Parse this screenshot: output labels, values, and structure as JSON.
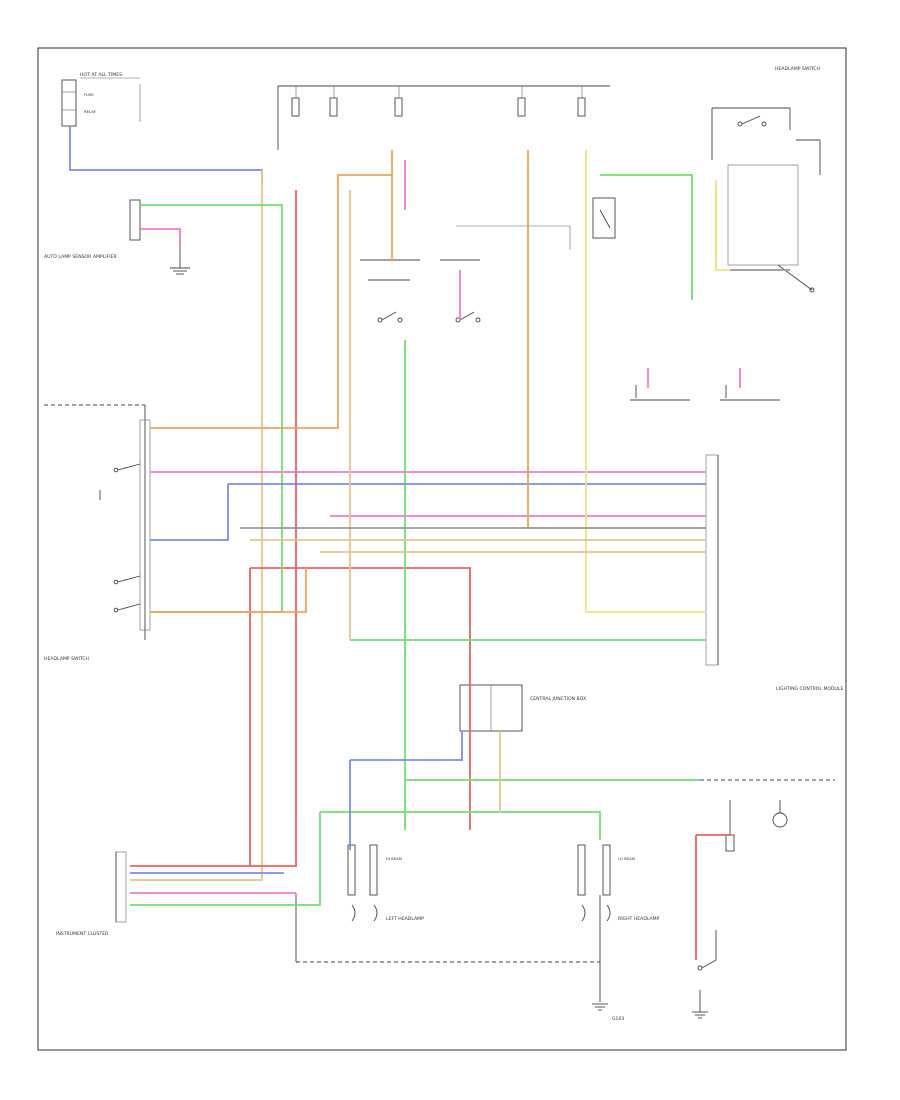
{
  "labels": {
    "top_left_fuse": "HOT AT ALL TIMES",
    "top_right_corner": "HEADLAMP SWITCH",
    "auto_lamp_sensor": "AUTO LAMP SENSOR AMPLIFIER",
    "headlamp_switch": "HEADLAMP SWITCH",
    "body_module": "LIGHTING CONTROL MODULE",
    "central_junction": "CENTRAL JUNCTION BOX",
    "left_headlamp": "LEFT HEADLAMP",
    "right_headlamp": "RIGHT HEADLAMP",
    "instrument_cluster": "INSTRUMENT CLUSTER",
    "ground": "G103",
    "footer": "",
    "hi_beam": "HI BEAM",
    "lo_beam": "LO BEAM",
    "fuse": "FUSE",
    "relay": "RELAY"
  },
  "colors": {
    "orange": "#f2a25a",
    "pink": "#f07ad2",
    "blue": "#7a8cf0",
    "green": "#6fe06f",
    "red": "#f06060",
    "tan": "#e8c48a",
    "yellow": "#f2e27a",
    "gray": "#9a9a9a"
  }
}
